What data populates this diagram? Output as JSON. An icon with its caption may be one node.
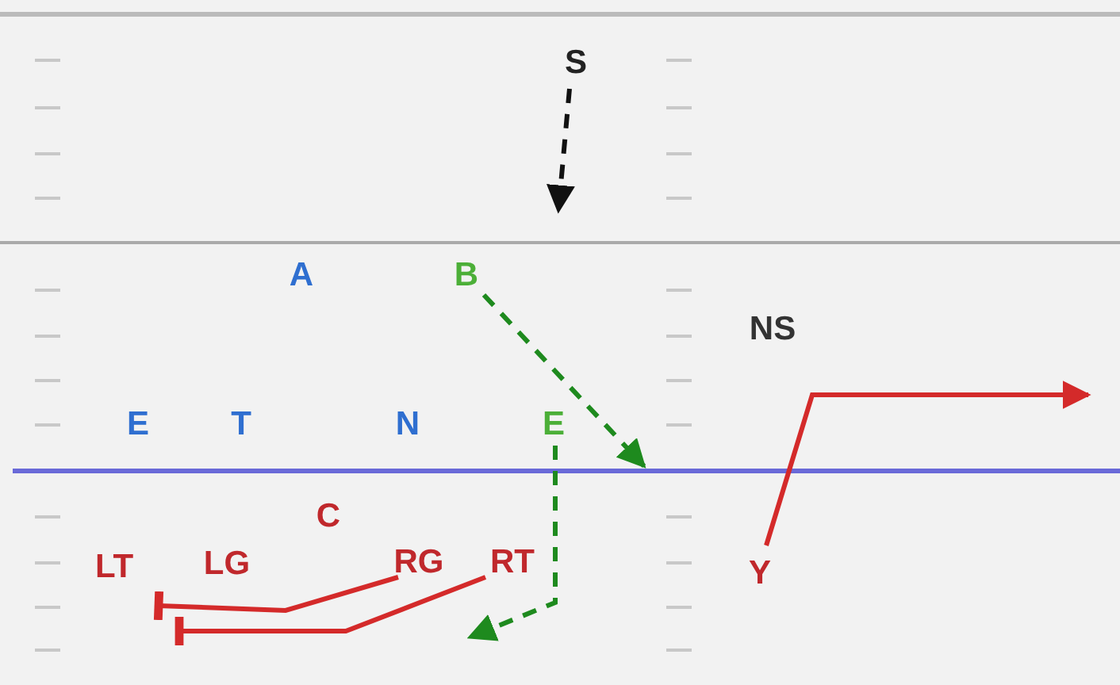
{
  "diagram": {
    "nodes": [
      {
        "text": [
          "S"
        ]
      },
      {
        "text": [
          "A"
        ]
      },
      {
        "text": [
          "B"
        ]
      },
      {
        "text": [
          "NS"
        ]
      },
      {
        "text": [
          "E"
        ]
      },
      {
        "text": [
          "T"
        ]
      },
      {
        "text": [
          "N"
        ]
      },
      {
        "text": [
          "E"
        ]
      },
      {
        "text": [
          "C"
        ]
      },
      {
        "text": [
          "LT"
        ]
      },
      {
        "text": [
          "LG"
        ]
      },
      {
        "text": [
          "RG"
        ]
      },
      {
        "text": [
          "RT"
        ]
      },
      {
        "text": [
          "Y"
        ]
      }
    ],
    "edges": [
      {
        "from": 0,
        "to": null,
        "arrow": "to",
        "style": "dashed",
        "color": "#111111"
      },
      {
        "from": 2,
        "to": null,
        "arrow": "to",
        "style": "dashed",
        "color": "#1e8a1e"
      },
      {
        "from": 7,
        "to": null,
        "arrow": "to",
        "style": "dashed",
        "color": "#1e8a1e"
      },
      {
        "from": 11,
        "to": 9,
        "arrow": "other"
      },
      {
        "from": 12,
        "to": 10,
        "arrow": "other"
      },
      {
        "from": 13,
        "to": null,
        "arrow": "to"
      }
    ]
  }
}
